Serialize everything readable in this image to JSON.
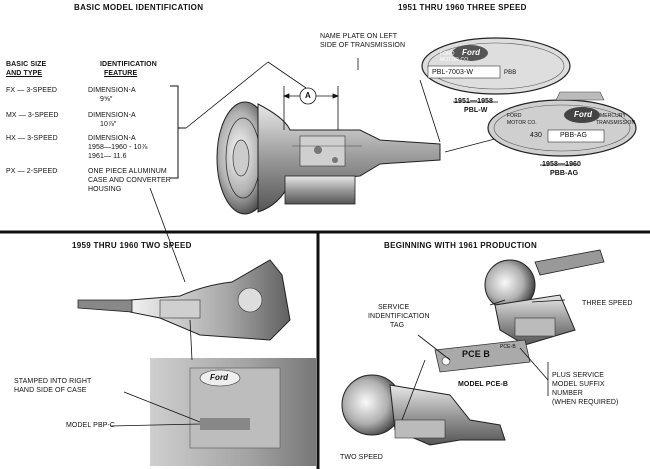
{
  "top": {
    "heading_left": "BASIC MODEL IDENTIFICATION",
    "heading_right": "1951 THRU 1960 THREE SPEED",
    "table": {
      "col1_header": [
        "BASIC SIZE",
        "AND TYPE"
      ],
      "col2_header": [
        "IDENTIFICATION",
        "FEATURE"
      ],
      "rows": [
        {
          "type": "FX — 3-SPEED",
          "feature": [
            "DIMENSION-A",
            "9⅝″"
          ]
        },
        {
          "type": "MX — 3-SPEED",
          "feature": [
            "DIMENSION-A",
            "10⅞″"
          ]
        },
        {
          "type": "HX — 3-SPEED",
          "feature": [
            "DIMENSION-A",
            "1958—1960 - 10⅞",
            "1961—        11.6"
          ]
        },
        {
          "type": "PX — 2-SPEED",
          "feature": [
            "ONE PIECE ALUMINUM",
            "CASE AND CONVERTER",
            "HOUSING"
          ]
        }
      ]
    },
    "callout_a": "A",
    "nameplate_note": [
      "NAME PLATE ON LEFT",
      "SIDE OF TRANSMISSION"
    ],
    "plate1": {
      "code": "PBL-7003-W",
      "brand": "Ford",
      "years": "1951—1958",
      "model": "PBL-W",
      "text1": "FORD",
      "text2": "MOTOR CO.",
      "text3": "PBB"
    },
    "plate2": {
      "code": "PBB-AG",
      "brand": "Ford",
      "num": "430",
      "years": "1958—1960",
      "model": "PBB-AG",
      "text1": "FORD",
      "text2": "MOTOR CO.",
      "text3": "TRANSMISSION",
      "text4": "MERCURY"
    }
  },
  "bottom_left": {
    "heading": "1959 THRU 1960 TWO SPEED",
    "stamp_note": [
      "STAMPED INTO RIGHT",
      "HAND SIDE OF CASE"
    ],
    "stamp_brand": "Ford",
    "model": "MODEL PBP-C"
  },
  "bottom_right": {
    "heading": "BEGINNING WITH 1961 PRODUCTION",
    "service_note": [
      "SERVICE",
      "INDENTIFICATION",
      "TAG"
    ],
    "three_speed": "THREE SPEED",
    "tag_code": "PCE B",
    "tag_small": "PCE-B",
    "model": "MODEL PCE-B",
    "suffix_note": [
      "PLUS SERVICE",
      "MODEL SUFFIX",
      "NUMBER",
      "(WHEN REQUIRED)"
    ],
    "two_speed": "TWO SPEED"
  }
}
